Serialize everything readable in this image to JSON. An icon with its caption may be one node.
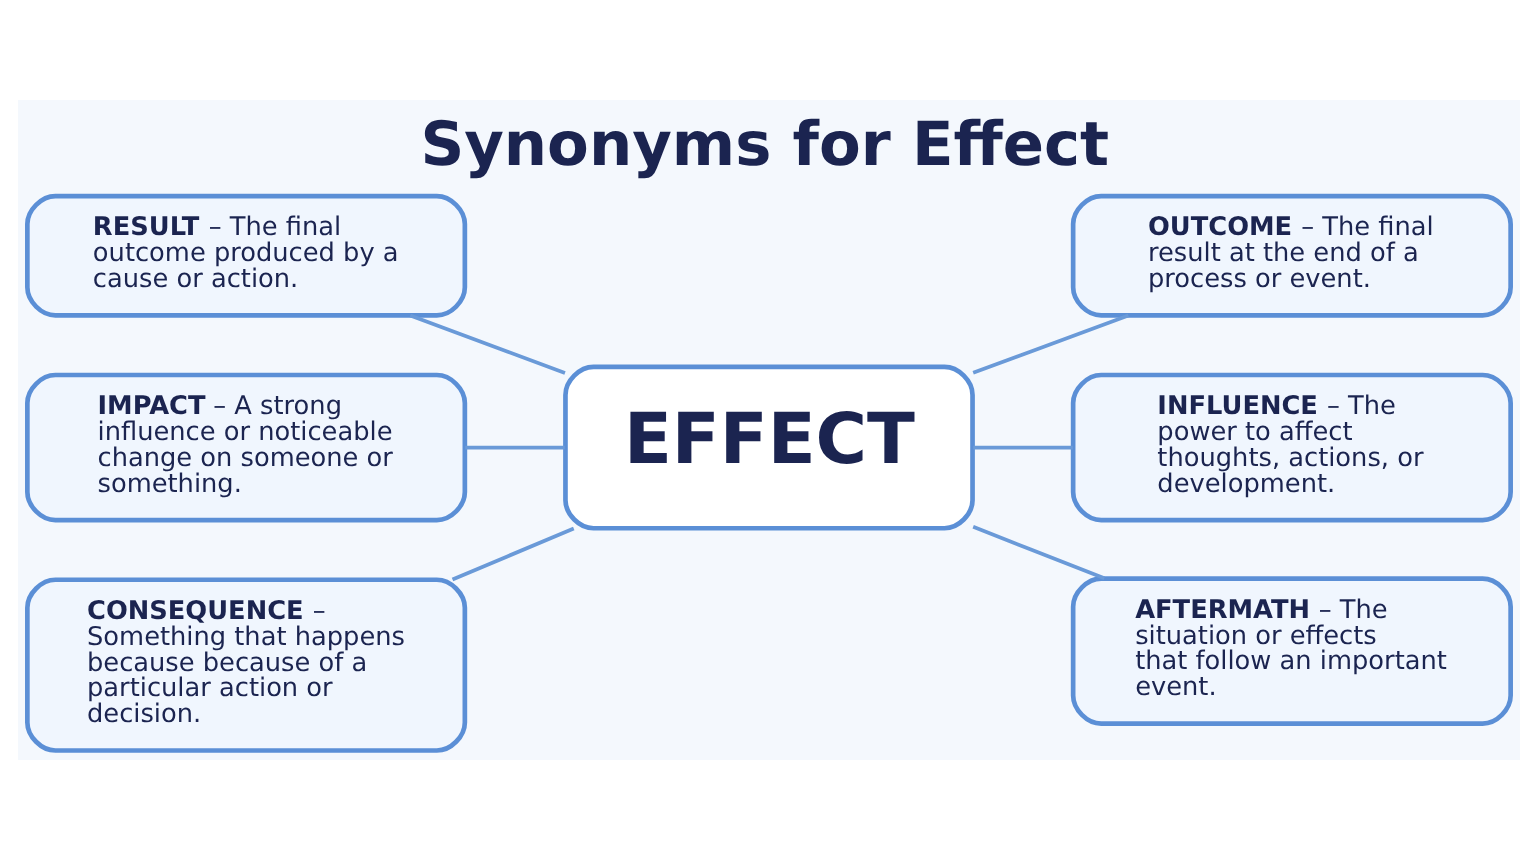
{
  "diagram": {
    "title": "Synonyms for Effect",
    "nodes": [
      {
        "text": [
          "**RESULT** – The final outcome produced by a cause or action."
        ]
      },
      {
        "text": [
          "**OUTCOME** – The final result at the end of a process or event."
        ]
      },
      {
        "text": [
          "**IMPACT** – A strong influence or noticeable change on someone or something."
        ]
      },
      {
        "text": [
          "EFFECT"
        ]
      },
      {
        "text": [
          "**INFLUENCE** – The power to affect thoughts, actions, or development."
        ]
      },
      {
        "text": [
          "**CONSEQUENCE** – Something that happens because because of a particular action or decision."
        ]
      },
      {
        "text": [
          "**AFTERMATH** – The situation or effects that follow an important event."
        ]
      }
    ],
    "edges": [
      {
        "from": 0,
        "to": 3,
        "arrow": "none"
      },
      {
        "from": 3,
        "to": 1,
        "arrow": "none"
      },
      {
        "from": 2,
        "to": 3,
        "arrow": "none"
      },
      {
        "from": 3,
        "to": 4,
        "arrow": "none"
      },
      {
        "from": 5,
        "to": 3,
        "arrow": "none"
      },
      {
        "from": 3,
        "to": 6,
        "arrow": "none"
      }
    ]
  }
}
